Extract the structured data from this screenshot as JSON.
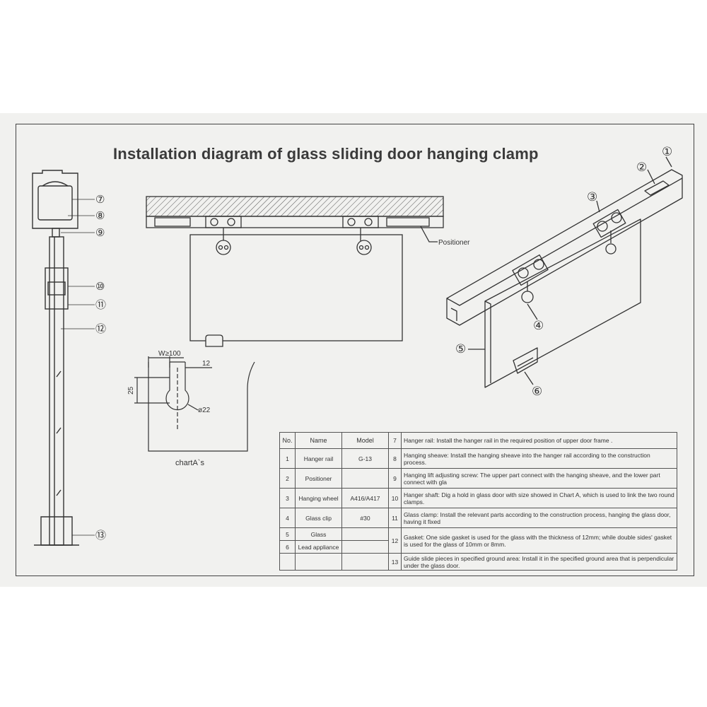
{
  "title": "Installation diagram of glass sliding door hanging clamp",
  "callouts": {
    "side": [
      "⑦",
      "⑧",
      "⑨",
      "⑩",
      "⑪",
      "⑫",
      "⑬"
    ],
    "iso": [
      "①",
      "②",
      "③",
      "④",
      "⑤",
      "⑥"
    ]
  },
  "front_view": {
    "positioner_label": "Positioner"
  },
  "chart_a": {
    "w_label": "W≥100",
    "thickness_label": "12",
    "depth_label": "25",
    "diameter_label": "ø22",
    "caption": "chartA`s"
  },
  "table": {
    "headers": {
      "no": "No.",
      "name": "Name",
      "model": "Model"
    },
    "parts": [
      {
        "no": "1",
        "name": "Hanger rail",
        "model": "G-13"
      },
      {
        "no": "2",
        "name": "Positioner",
        "model": ""
      },
      {
        "no": "3",
        "name": "Hanging wheel",
        "model": "A416/A417"
      },
      {
        "no": "4",
        "name": "Glass clip",
        "model": "#30"
      },
      {
        "no": "5",
        "name": "Glass",
        "model": ""
      },
      {
        "no": "6",
        "name": "Lead appliance",
        "model": ""
      }
    ],
    "steps": [
      {
        "no": "7",
        "text": "Hanger rail: Install the hanger rail in the required position of upper door frame ."
      },
      {
        "no": "8",
        "text": "Hanging sheave: Install the hanging sheave into the hanger rail according to the construction process."
      },
      {
        "no": "9",
        "text": "Hanging lift adjusting screw: The upper part connect with the hanging sheave, and the lower part connect with gla"
      },
      {
        "no": "10",
        "text": "Hanger shaft: Dig a hold in glass door with size showed in Chart A, which is used to link the two round clamps."
      },
      {
        "no": "11",
        "text": "Glass clamp: Install the relevant parts according to the construction process, hanging the glass door, having it fixed"
      },
      {
        "no": "12",
        "text": "Gasket: One side gasket is used for the glass with the thickness of 12mm; while double sides' gasket is used for the glass of 10mm or 8mm."
      },
      {
        "no": "13",
        "text": "Guide slide pieces in specified ground area: Install it in the specified ground area that is perpendicular under the glass door."
      }
    ]
  }
}
